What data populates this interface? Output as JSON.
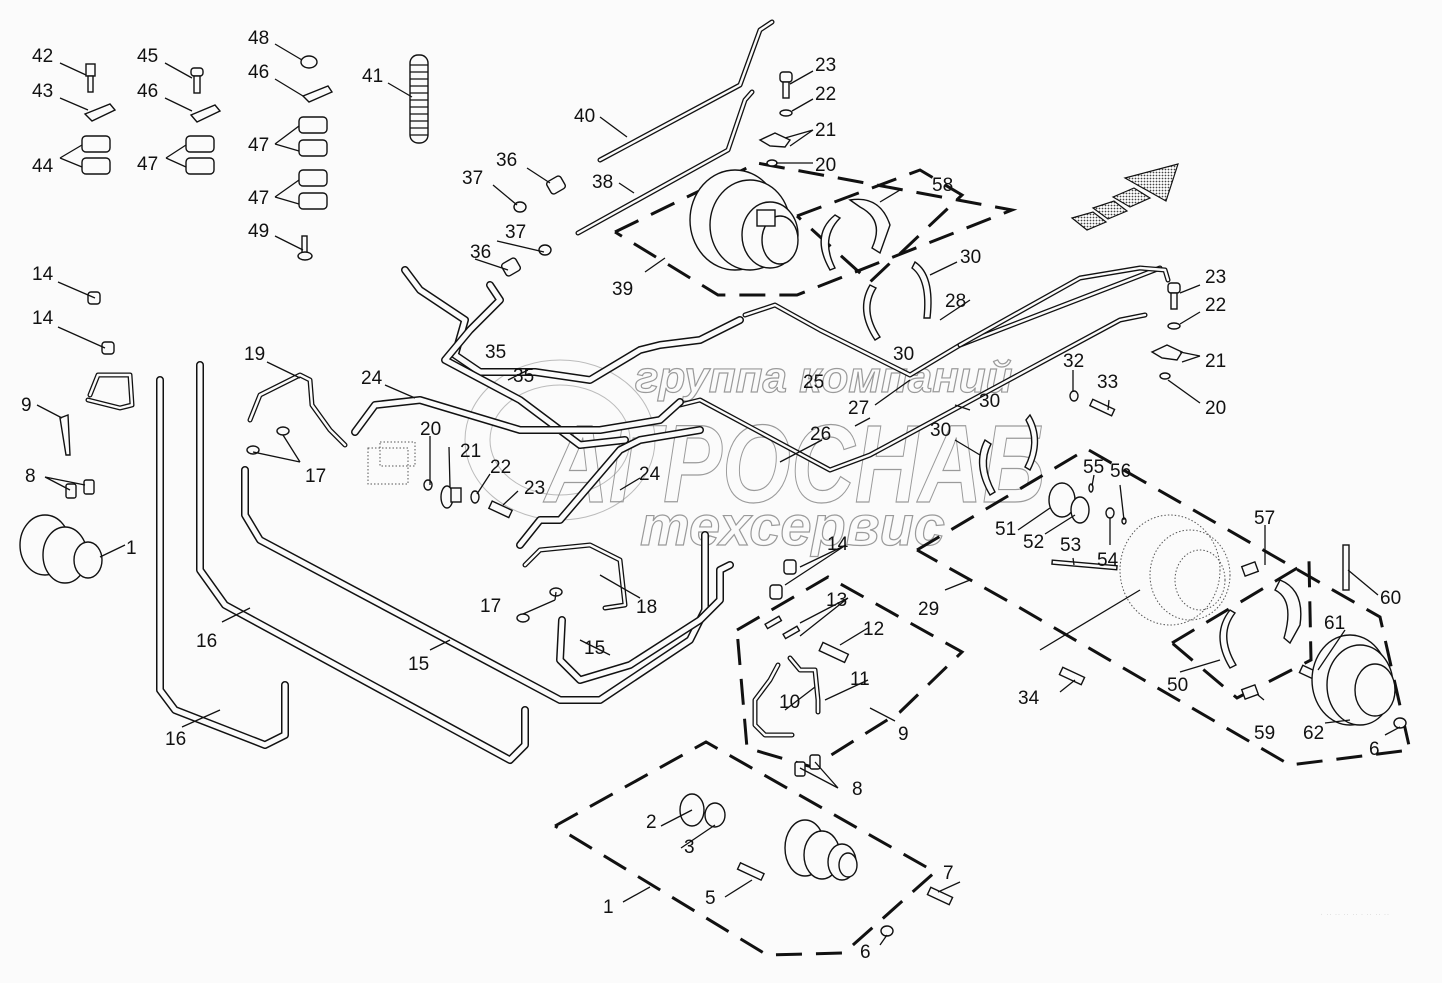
{
  "diagram": {
    "type": "exploded-parts-diagram",
    "subject": "hydraulic brake lines and wheel hub/brake assemblies",
    "watermark": {
      "line1": "группа компаний",
      "line2": "АГРОСНАБ",
      "line3": "техсервис"
    },
    "direction_arrow": "travel-direction-arrow (up-right)",
    "footer_code": "· ·· ·· ·· ·· · ·· ·· ··"
  },
  "callouts": [
    {
      "id": "c42",
      "text": "42"
    },
    {
      "id": "c43",
      "text": "43"
    },
    {
      "id": "c44",
      "text": "44"
    },
    {
      "id": "c45",
      "text": "45"
    },
    {
      "id": "c46a",
      "text": "46"
    },
    {
      "id": "c47a",
      "text": "47"
    },
    {
      "id": "c48",
      "text": "48"
    },
    {
      "id": "c46b",
      "text": "46"
    },
    {
      "id": "c47b",
      "text": "47"
    },
    {
      "id": "c47c",
      "text": "47"
    },
    {
      "id": "c49",
      "text": "49"
    },
    {
      "id": "c41",
      "text": "41"
    },
    {
      "id": "c40",
      "text": "40"
    },
    {
      "id": "c36a",
      "text": "36"
    },
    {
      "id": "c37a",
      "text": "37"
    },
    {
      "id": "c38",
      "text": "38"
    },
    {
      "id": "c37b",
      "text": "37"
    },
    {
      "id": "c36b",
      "text": "36"
    },
    {
      "id": "c39",
      "text": "39"
    },
    {
      "id": "c23a",
      "text": "23"
    },
    {
      "id": "c22a",
      "text": "22"
    },
    {
      "id": "c21a",
      "text": "21"
    },
    {
      "id": "c20a",
      "text": "20"
    },
    {
      "id": "c58",
      "text": "58"
    },
    {
      "id": "c30a",
      "text": "30"
    },
    {
      "id": "c28",
      "text": "28"
    },
    {
      "id": "c30b",
      "text": "30"
    },
    {
      "id": "c23b",
      "text": "23"
    },
    {
      "id": "c22b",
      "text": "22"
    },
    {
      "id": "c21b",
      "text": "21"
    },
    {
      "id": "c20b",
      "text": "20"
    },
    {
      "id": "c14a",
      "text": "14"
    },
    {
      "id": "c14b",
      "text": "14"
    },
    {
      "id": "c9a",
      "text": "9"
    },
    {
      "id": "c8a",
      "text": "8"
    },
    {
      "id": "c1a",
      "text": "1"
    },
    {
      "id": "c19",
      "text": "19"
    },
    {
      "id": "c17a",
      "text": "17"
    },
    {
      "id": "c24a",
      "text": "24"
    },
    {
      "id": "c35a",
      "text": "35"
    },
    {
      "id": "c35b",
      "text": "35"
    },
    {
      "id": "c25",
      "text": "25"
    },
    {
      "id": "c20c",
      "text": "20"
    },
    {
      "id": "c21c",
      "text": "21"
    },
    {
      "id": "c22c",
      "text": "22"
    },
    {
      "id": "c23c",
      "text": "23"
    },
    {
      "id": "c24b",
      "text": "24"
    },
    {
      "id": "c26",
      "text": "26"
    },
    {
      "id": "c27",
      "text": "27"
    },
    {
      "id": "c30c",
      "text": "30"
    },
    {
      "id": "c30d",
      "text": "30"
    },
    {
      "id": "c32",
      "text": "32"
    },
    {
      "id": "c33",
      "text": "33"
    },
    {
      "id": "c55",
      "text": "55"
    },
    {
      "id": "c56",
      "text": "56"
    },
    {
      "id": "c51",
      "text": "51"
    },
    {
      "id": "c52",
      "text": "52"
    },
    {
      "id": "c53",
      "text": "53"
    },
    {
      "id": "c54",
      "text": "54"
    },
    {
      "id": "c57",
      "text": "57"
    },
    {
      "id": "c60",
      "text": "60"
    },
    {
      "id": "c29",
      "text": "29"
    },
    {
      "id": "c14c",
      "text": "14"
    },
    {
      "id": "c13",
      "text": "13"
    },
    {
      "id": "c12",
      "text": "12"
    },
    {
      "id": "c11",
      "text": "11"
    },
    {
      "id": "c10",
      "text": "10"
    },
    {
      "id": "c9b",
      "text": "9"
    },
    {
      "id": "c18",
      "text": "18"
    },
    {
      "id": "c17b",
      "text": "17"
    },
    {
      "id": "c15a",
      "text": "15"
    },
    {
      "id": "c15b",
      "text": "15"
    },
    {
      "id": "c16a",
      "text": "16"
    },
    {
      "id": "c16b",
      "text": "16"
    },
    {
      "id": "c8b",
      "text": "8"
    },
    {
      "id": "c2",
      "text": "2"
    },
    {
      "id": "c3",
      "text": "3"
    },
    {
      "id": "c5",
      "text": "5"
    },
    {
      "id": "c1b",
      "text": "1"
    },
    {
      "id": "c7",
      "text": "7"
    },
    {
      "id": "c6a",
      "text": "6"
    },
    {
      "id": "c34",
      "text": "34"
    },
    {
      "id": "c50",
      "text": "50"
    },
    {
      "id": "c59",
      "text": "59"
    },
    {
      "id": "c61",
      "text": "61"
    },
    {
      "id": "c62",
      "text": "62"
    },
    {
      "id": "c6b",
      "text": "6"
    }
  ]
}
